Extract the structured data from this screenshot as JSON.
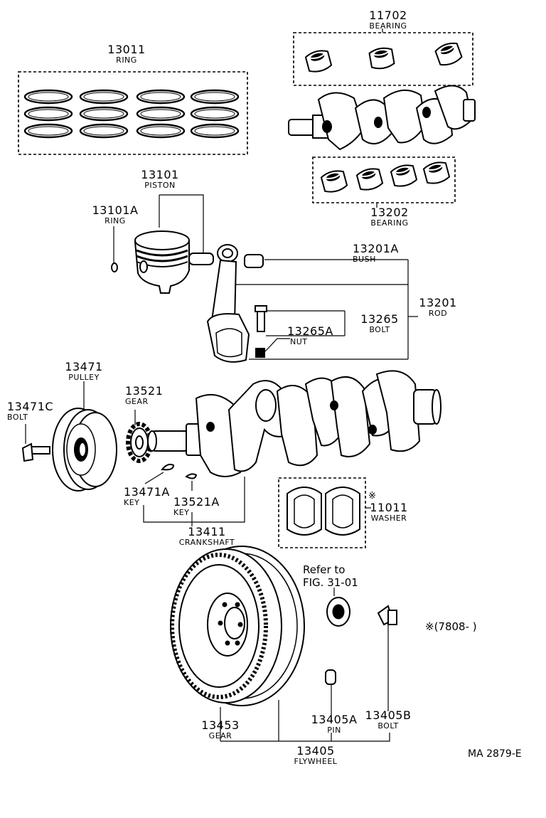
{
  "parts": {
    "ring_set": {
      "number": "13011",
      "name": "RING"
    },
    "main_bearing": {
      "number": "11702",
      "name": "BEARING"
    },
    "piston": {
      "number": "13101",
      "name": "PISTON"
    },
    "piston_ring": {
      "number": "13101A",
      "name": "RING"
    },
    "rod_bearing": {
      "number": "13202",
      "name": "BEARING"
    },
    "bush": {
      "number": "13201A",
      "name": "BUSH"
    },
    "rod": {
      "number": "13201",
      "name": "ROD"
    },
    "rod_bolt": {
      "number": "13265",
      "name": "BOLT"
    },
    "rod_nut": {
      "number": "13265A",
      "name": "NUT"
    },
    "pulley": {
      "number": "13471",
      "name": "PULLEY"
    },
    "gear": {
      "number": "13521",
      "name": "GEAR"
    },
    "pulley_bolt": {
      "number": "13471C",
      "name": "BOLT"
    },
    "pulley_key": {
      "number": "13471A",
      "name": "KEY"
    },
    "gear_key": {
      "number": "13521A",
      "name": "KEY"
    },
    "crankshaft": {
      "number": "13411",
      "name": "CRANKSHAFT"
    },
    "washer": {
      "number": "11011",
      "name": "WASHER"
    },
    "ring_gear": {
      "number": "13453",
      "name": "GEAR"
    },
    "pin": {
      "number": "13405A",
      "name": "PIN"
    },
    "flywheel_bolt": {
      "number": "13405B",
      "name": "BOLT"
    },
    "flywheel": {
      "number": "13405",
      "name": "FLYWHEEL"
    }
  },
  "notes": {
    "washer_mark": "※",
    "refer_line1": "Refer to",
    "refer_line2": "FIG. 31-01",
    "date_range": "※(7808-           )",
    "figure_code": "MA 2879-E"
  }
}
